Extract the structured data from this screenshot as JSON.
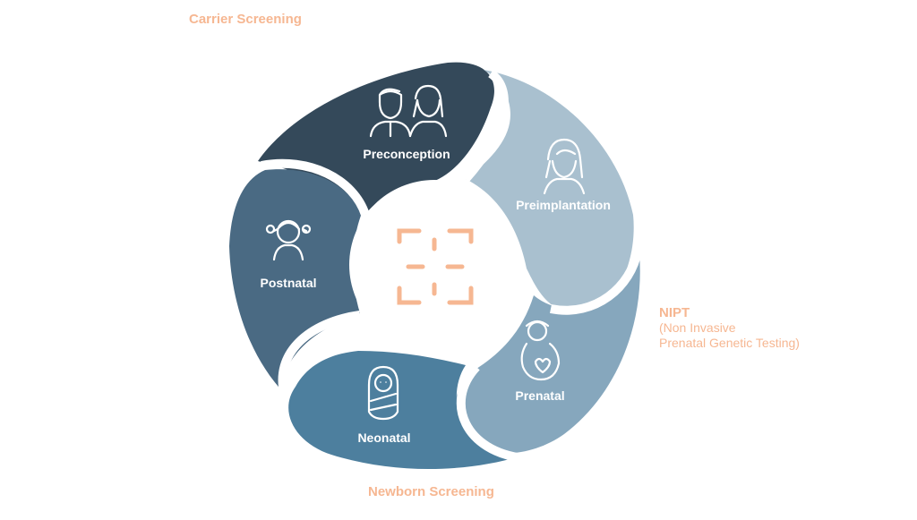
{
  "labels": {
    "carrier": "Carrier Screening",
    "newborn": "Newborn Screening",
    "nipt_title": "NIPT",
    "nipt_line1": "(Non Invasive",
    "nipt_line2": "Prenatal Genetic Testing)"
  },
  "segments": [
    {
      "id": "preconception",
      "label": "Preconception",
      "icon": "couple-icon",
      "color": "#34495a"
    },
    {
      "id": "preimplantation",
      "label": "Preimplantation",
      "icon": "woman-icon",
      "color": "#a9c0cf"
    },
    {
      "id": "prenatal",
      "label": "Prenatal",
      "icon": "pregnant-woman-icon",
      "color": "#86a7bd"
    },
    {
      "id": "neonatal",
      "label": "Neonatal",
      "icon": "swaddled-baby-icon",
      "color": "#4d7f9e"
    },
    {
      "id": "postnatal",
      "label": "Postnatal",
      "icon": "girl-icon",
      "color": "#4a6a83"
    }
  ],
  "center": {
    "icon": "scan-frame-icon",
    "color": "#f6b792"
  },
  "colors": {
    "accent": "#f6b792",
    "background": "#ffffff"
  }
}
